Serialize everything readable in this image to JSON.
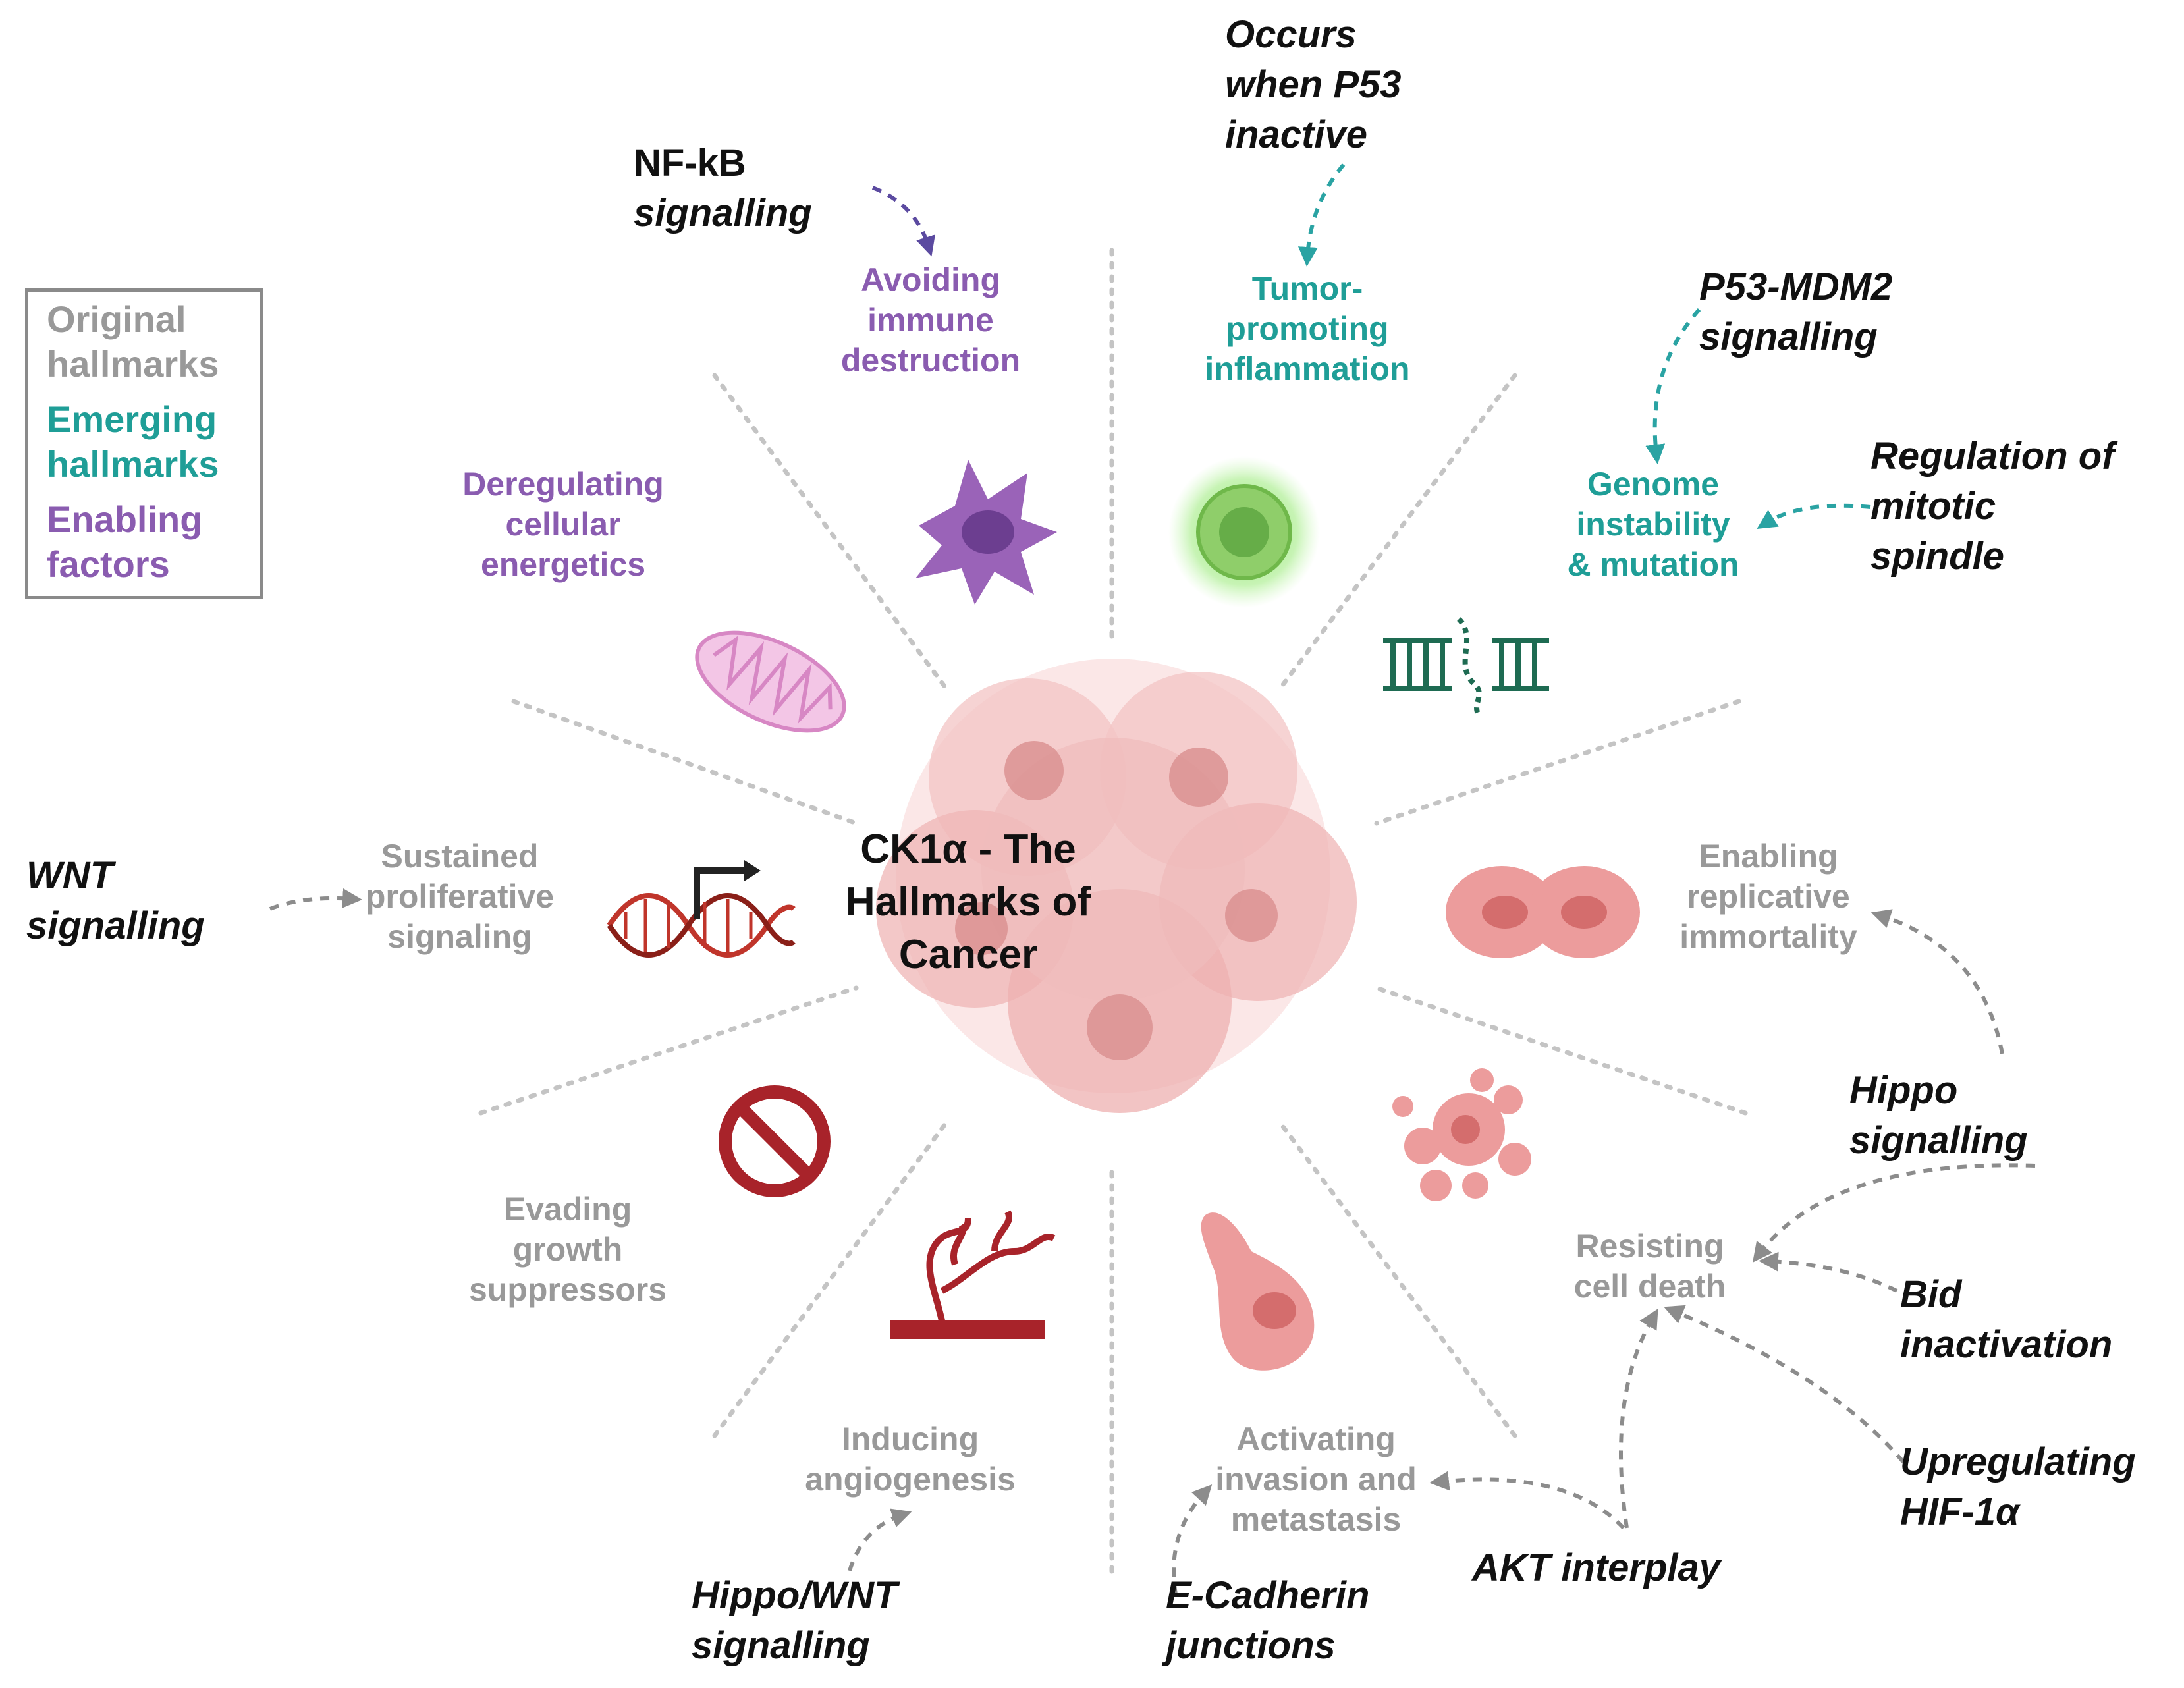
{
  "center": {
    "lines": [
      "CK1α - The",
      "Hallmarks of",
      "Cancer"
    ]
  },
  "legend": {
    "items": [
      {
        "lines": [
          "Original",
          "hallmarks"
        ],
        "color": "#999999"
      },
      {
        "lines": [
          "Emerging",
          "hallmarks"
        ],
        "color": "#1f9e97"
      },
      {
        "lines": [
          "Enabling",
          "factors"
        ],
        "color": "#8a5cb0"
      }
    ]
  },
  "colors": {
    "original": "#999999",
    "emerging": "#1f9e97",
    "enabling": "#8a5cb0",
    "divider": "#c4c4c4",
    "driver_text": "#111111"
  },
  "hallmarks": {
    "avoiding_immune": [
      "Avoiding",
      "immune",
      "destruction"
    ],
    "tumor_inflammation": [
      "Tumor-",
      "promoting",
      "inflammation"
    ],
    "genome_instability": [
      "Genome",
      "instability",
      "& mutation"
    ],
    "deregulating_energetics": [
      "Deregulating",
      "cellular",
      "energetics"
    ],
    "sustained_proliferative": [
      "Sustained",
      "proliferative",
      "signaling"
    ],
    "replicative_immortality": [
      "Enabling",
      "replicative",
      "immortality"
    ],
    "evading_suppressors": [
      "Evading",
      "growth",
      "suppressors"
    ],
    "resisting_death": [
      "Resisting",
      "cell death"
    ],
    "inducing_angiogenesis": [
      "Inducing",
      "angiogenesis"
    ],
    "invasion_metastasis": [
      "Activating",
      "invasion and",
      "metastasis"
    ]
  },
  "drivers": {
    "nfkb": {
      "line1": "NF-kB",
      "line2": "signalling"
    },
    "p53_inactive": [
      "Occurs",
      "when P53",
      "inactive"
    ],
    "p53_mdm2": [
      "P53-MDM2",
      "signalling"
    ],
    "mitotic_spindle": [
      "Regulation of",
      "mitotic",
      "spindle"
    ],
    "wnt": [
      "WNT",
      "signalling"
    ],
    "hippo": [
      "Hippo",
      "signalling"
    ],
    "bid": [
      "Bid",
      "inactivation"
    ],
    "hif": [
      "Upregulating",
      "HIF-1α"
    ],
    "akt": [
      "AKT interplay"
    ],
    "ecadherin": [
      "E-Cadherin",
      "junctions"
    ],
    "hippo_wnt": [
      "Hippo/WNT",
      "signalling"
    ]
  },
  "icons": [
    "immune-cell-icon",
    "inflammation-cell-icon",
    "dna-break-icon",
    "mitochondrion-icon",
    "dna-transcription-icon",
    "dividing-cell-icon",
    "prohibition-icon",
    "apoptotic-cell-icon",
    "blood-vessel-icon",
    "migrating-cell-icon",
    "tumor-cluster-icon"
  ]
}
